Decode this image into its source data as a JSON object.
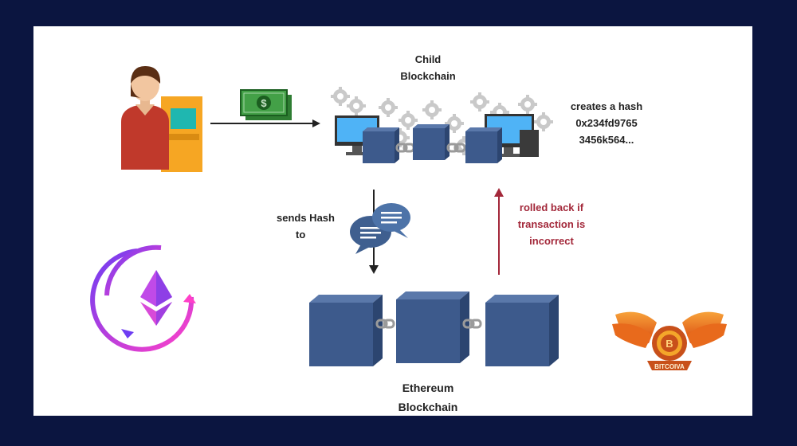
{
  "child_label": [
    "Child",
    "Blockchain"
  ],
  "hash_label": [
    "creates a hash",
    "0x234fd9765",
    "3456k564..."
  ],
  "sends_label": [
    "sends Hash",
    "to"
  ],
  "rollback_label": [
    "rolled back if",
    "transaction is",
    "incorrect"
  ],
  "ethereum_label": [
    "Ethereum",
    "Blockchain"
  ],
  "logo_text": "BITCOIVA",
  "colors": {
    "background": "#0b1540",
    "cube_front": "#3d5a8c",
    "cube_top": "#5a78aa",
    "rollback": "#a3283a",
    "ethereum_grad_start": "#7a3ff0",
    "ethereum_grad_end": "#ff3fd0",
    "logo_orange": "#e8651a"
  }
}
